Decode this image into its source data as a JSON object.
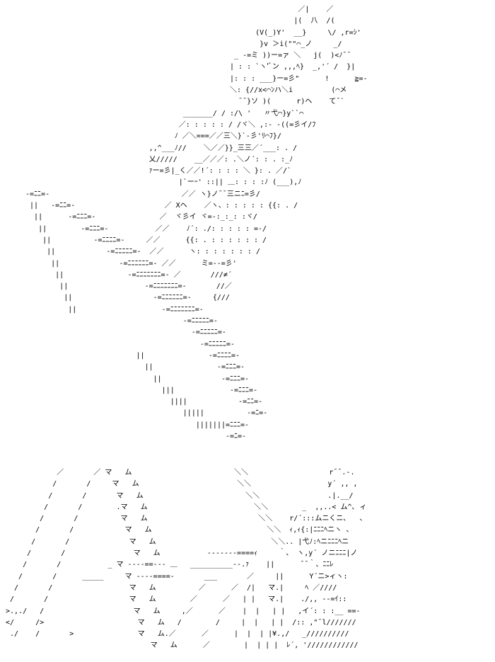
{
  "art": {
    "top_lines": [
      "                                                                 ／|    ／",
      "                                                                |(  八  /(",
      "                                                       (V(_)Y'  __}     \\/ ,r=ｼ'",
      "                                                        }v ＞i(\"\"⌒_ノ     _/",
      "                                                  _ -=ミ ))ー=ァ ＼   j(  )<ﾉ¯¯",
      "                                                 | : : `ヽ'ﾞン ,,,ﾍ}  _,'´ /  }|",
      "                                                 |: : : ___}ー=彡\"      !      ≧=-",
      "                                                 ＼: {//x<⌒ﾝハ＼i         (⌒メ",
      "                                                   ¯¯}ソ )(      r)ヘ    て¯`",
      "                                      _______/ / :/\\ '   〃弋⌒}y``⌒",
      "                                     ／: : : : : / /ヾ＼ ,:- -((=彡イ/ﾌ",
      "                                    ﾉ ／＼===／／三＼}`-彡'ﾘ⌒ﾌ}/",
      "                              ,,^___ﾉ//    ＼／／}}_三三／´___: . /",
      "                              乂/////    __／／／: .＼ノ´: : . :_ﾉ",
      "                              ｧー=彡|_く／／!´: : : : ＼ }: . ／/`",
      "                                     |`ーｰ' ::|| ＿: : : :ﾉ (___),ﾉ",
      " -=ﾆﾆ=-                               ／／ ヽ}ノ¯¯三ニﾆ=彡/",
      "  ||   -=ﾆﾆ=-                     ／ Xヘ    ／ヽ、: : : : : {{: . /",
      "   ||      -=ﾆﾆﾆ=-               ／  ヾ彡イ ヾ=-:_:_: :ヾ/",
      "    ||        -=ﾆﾆﾆ=-           ／／    ﾉ´: ./: : : : : =-/",
      "     ||          -=ﾆﾆﾆﾆ=-     ／／      {{: . : : : : : : /",
      "      ||            -=ﾆﾆﾆﾆﾆ=-  ／／      ヽ: : : : : : : /",
      "       ||              -=ﾆﾆﾆﾆﾆﾆ=- ／／      ミ=--=彡'",
      "        ||               -=ﾆﾆﾆﾆﾆﾆﾆ=- ／       ///≠´",
      "         ||                  -=ﾆﾆﾆﾆﾆﾆﾆ=-       //／",
      "          ||                   -=ﾆﾆﾆﾆﾆﾆ=-     {///",
      "           ||                    -=ﾆﾆﾆﾆﾆﾆﾆ=-",
      "                                      -=ﾆﾆﾆﾆﾆ=-",
      "                                        -=ﾆﾆﾆﾆﾆ=-",
      "                                          -=ﾆﾆﾆﾆﾆ=-",
      "                           ||               -=ﾆﾆﾆﾆ=-",
      "                             ||               -=ﾆﾆﾆ=-",
      "                               ||              -=ﾆﾆﾆ=-",
      "                                 |||             -=ﾆﾆﾆ=-",
      "                                   ||||            -=ﾆﾆ=-",
      "                                      |||||          -=ﾆ=-",
      "                                         |||||||=ﾆﾆﾆ=-",
      "                                                -=ﾆ=-"
    ],
    "bottom_lines": [
      "            ／       ／ マ   ム                        ＼＼                   r¯¯.-.",
      "           /       /     マ   ム                       ＼＼                  y´ ,, ,",
      "          /       /       マ   ム                        ＼＼                .|.__/",
      "         /       /        .マ   ム                         ＼＼        _  ,,..< ム^､ ィ",
      "        /       /          マ   ム                          ＼＼    r/´:::ムニくニ､   、",
      "       /       /            マ   ム                           ＼＼  ｨ,ｨ{:|ﾆﾆﾆﾍニヽ 、",
      "      /       /              マ   ム                           ＼＼.. |弋ﾉ:ﾍニﾆﾆﾆﾍニ",
      "     /       /                マ   ム           -------====ｨ     ｀、 ヽ,y´ ノニﾆﾆﾆ|ノ",
      "    /       /           _ マ ----==--- ＿   __________--.ｧ    ||      ¯¯｀、ﾆﾆﾚ",
      "   /       /      _____     マ ----====-       ___       ／     ||      Y´ニ>ィヽ:",
      "  /       /                  マ   ム          ／      ／  /|   マ.|     ﾍ ／////",
      " /       /                   マ   ム        ／      ／   | |   マ.|    ./,, --=ｲ::",
      ">.,./   /                     マ   ム     ,／      ／    |  |   | |   ,イ´: : :__ ==-",
      "</     />                      マ   ム   /        /     |  |   | |  /:: ,\"¯l///////",
      " ./    /       >               マ   ム.／      ／      |  |  | |¥.,/   _//////////",
      "                                  マ   ム      ／        |  | | |  ﾚ´, '////////////"
    ]
  }
}
